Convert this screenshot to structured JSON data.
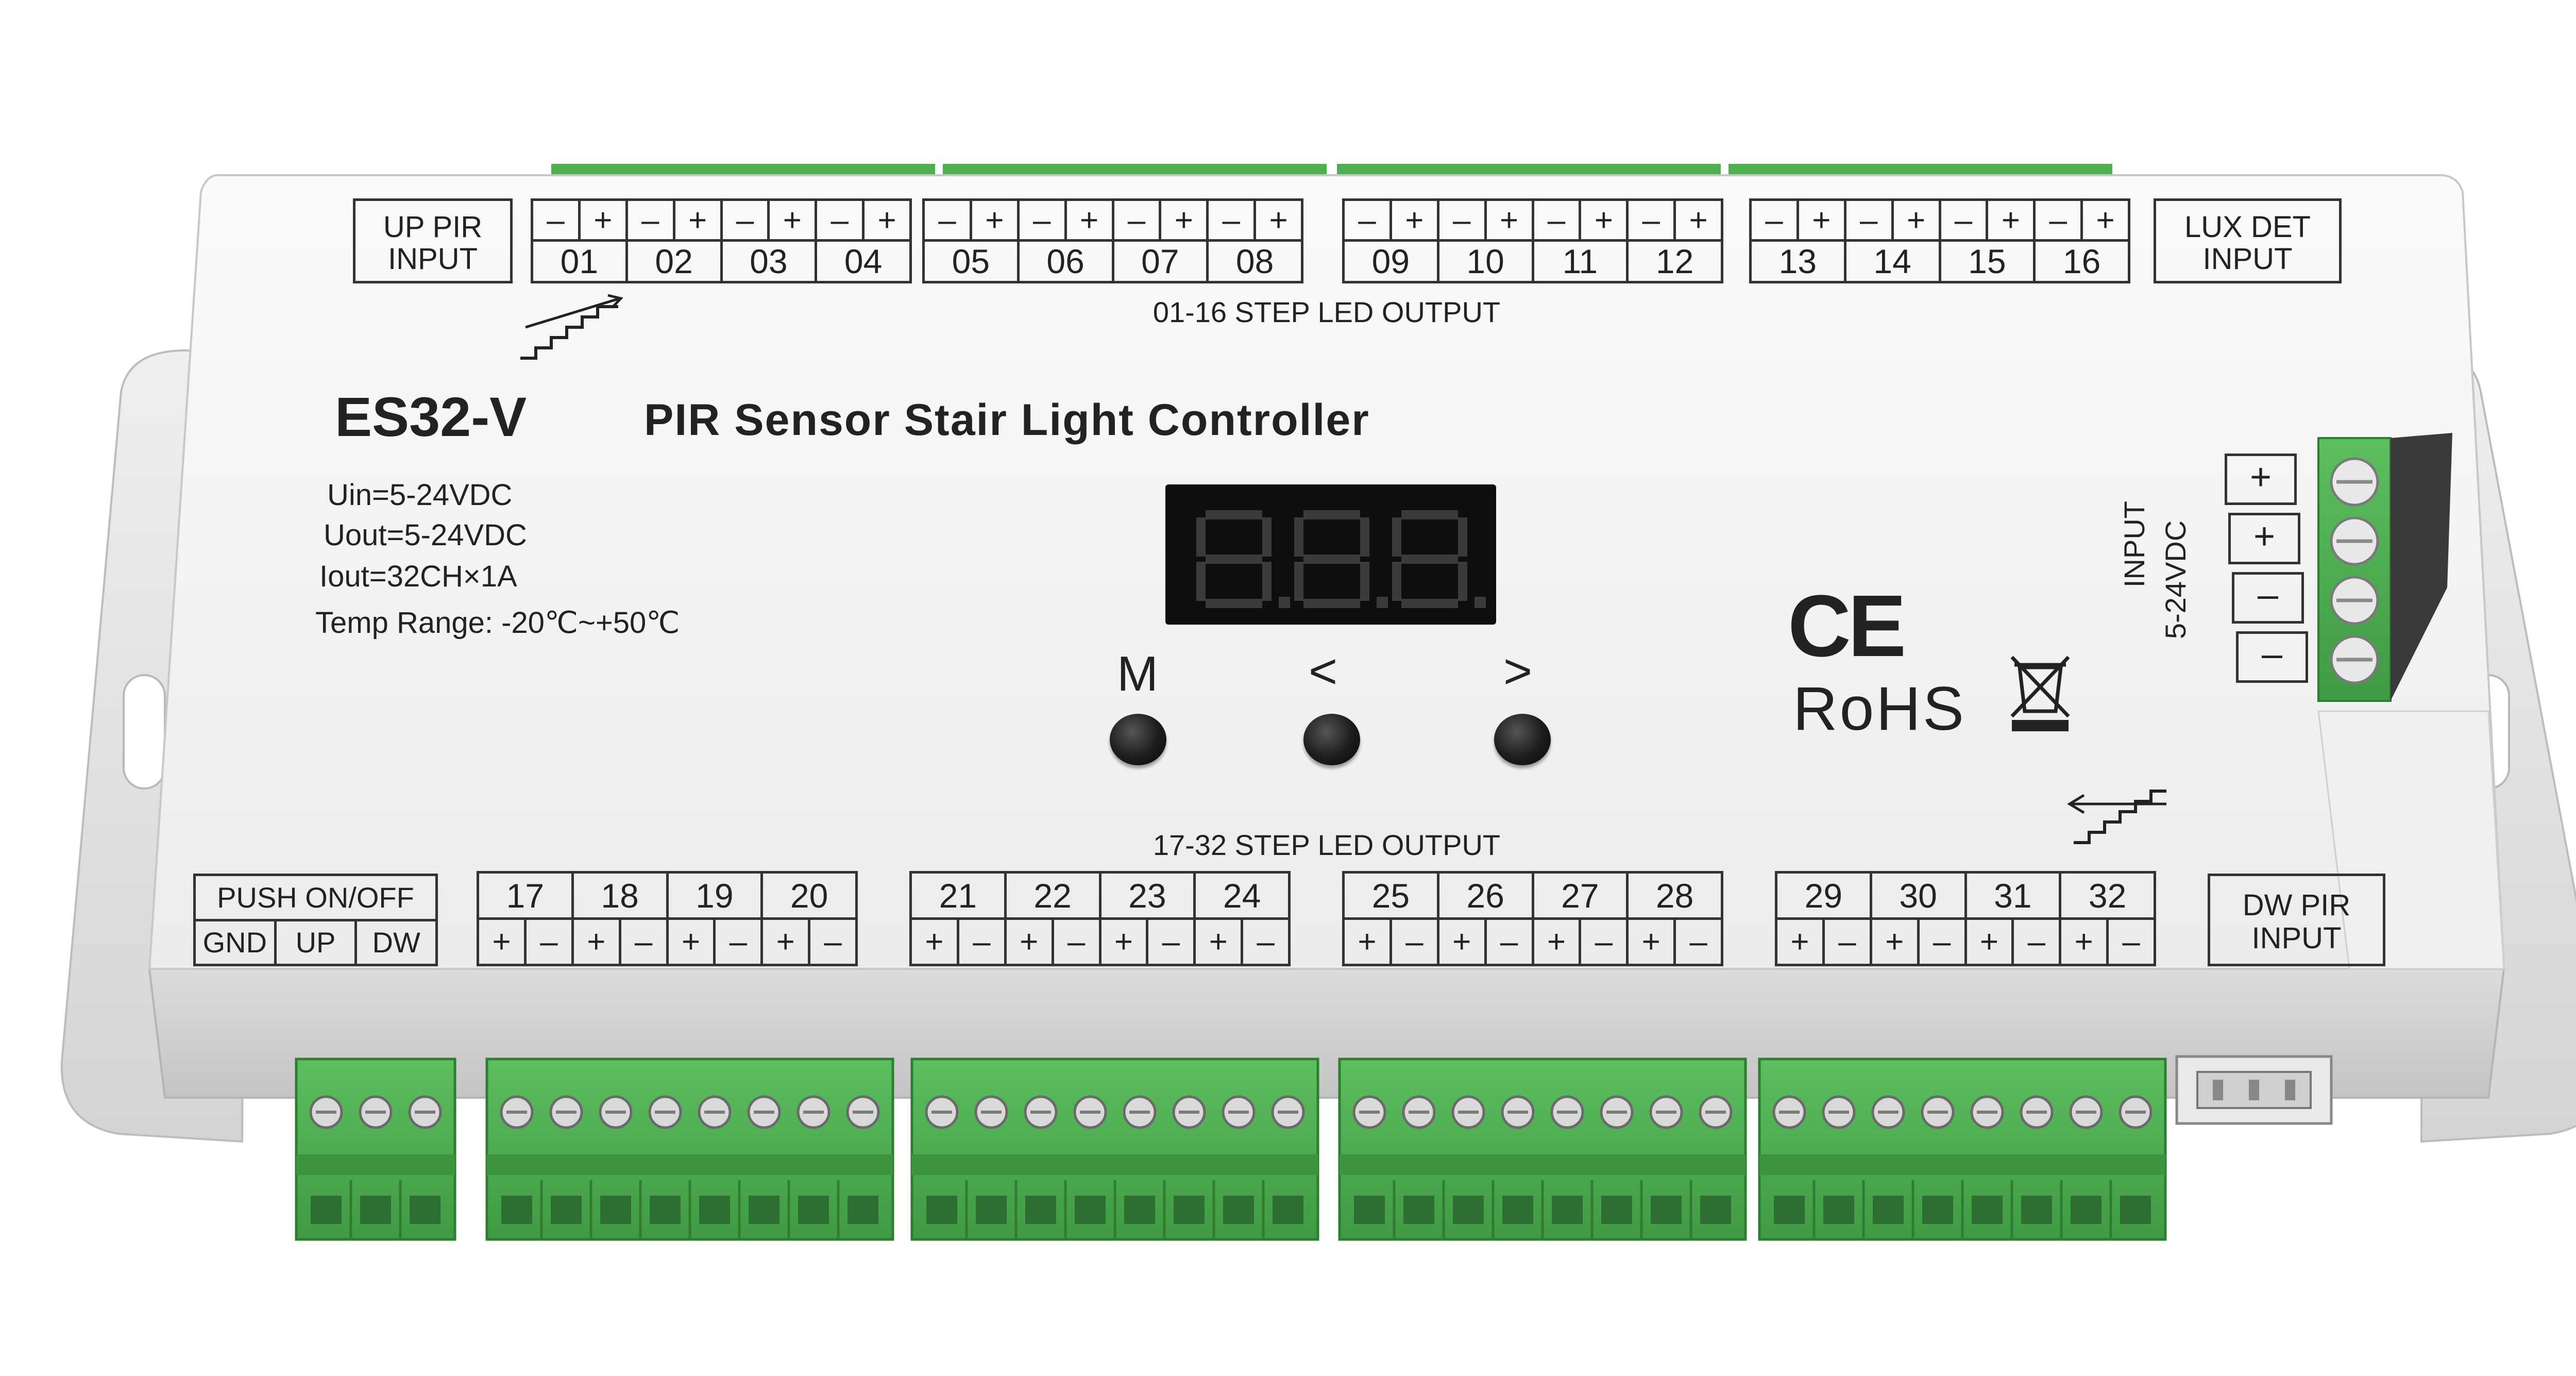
{
  "device": {
    "model": "ES32-V",
    "title": "PIR Sensor Stair Light Controller",
    "specs": [
      "Uin=5-24VDC",
      "Uout=5-24VDC",
      "Iout=32CH×1A",
      "Temp Range: -20℃~+50℃"
    ]
  },
  "top_panel": {
    "up_pir": "UP PIR INPUT",
    "lux_det": "LUX DET INPUT",
    "caption": "01-16 STEP LED OUTPUT",
    "polarity_top": "–+",
    "groups": [
      [
        "01",
        "02",
        "03",
        "04"
      ],
      [
        "05",
        "06",
        "07",
        "08"
      ],
      [
        "09",
        "10",
        "11",
        "12"
      ],
      [
        "13",
        "14",
        "15",
        "16"
      ]
    ]
  },
  "bottom_panel": {
    "push_label": "PUSH ON/OFF",
    "push_pins": [
      "GND",
      "UP",
      "DW"
    ],
    "dw_pir": "DW PIR INPUT",
    "caption": "17-32 STEP LED OUTPUT",
    "polarity_bottom": "+–",
    "groups": [
      [
        "17",
        "18",
        "19",
        "20"
      ],
      [
        "21",
        "22",
        "23",
        "24"
      ],
      [
        "25",
        "26",
        "27",
        "28"
      ],
      [
        "29",
        "30",
        "31",
        "32"
      ]
    ]
  },
  "power_input": {
    "label_line1": "INPUT",
    "label_line2": "5-24VDC",
    "pins": [
      "+",
      "+",
      "–",
      "–"
    ]
  },
  "display": {
    "digits": "8.8.8."
  },
  "buttons": [
    {
      "label": "M"
    },
    {
      "label": "<"
    },
    {
      "label": ">"
    }
  ],
  "certifications": {
    "ce": "CE",
    "rohs": "RoHS"
  },
  "colors": {
    "housing": "#f2f2f2",
    "terminal_green": "#4caf50",
    "terminal_dark": "#2e7d32",
    "display_bg": "#111111",
    "display_segment": "#3a3a3a",
    "bracket": "#e6e6e6"
  }
}
